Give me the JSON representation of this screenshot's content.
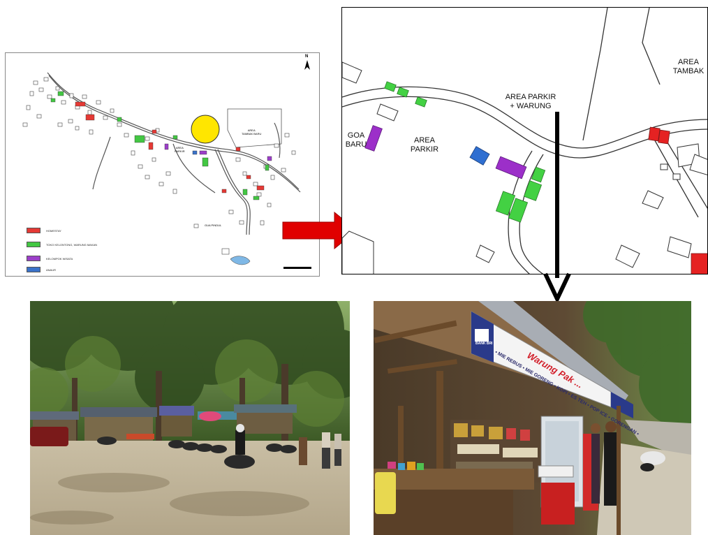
{
  "overview_map": {
    "legend": [
      {
        "label": "HOMESTAY",
        "color": "#e53935"
      },
      {
        "label": "TOKO KELONTONG, WARUNG MAKAN",
        "color": "#43c743"
      },
      {
        "label": "KELOMPOK WISATA",
        "color": "#9c3fc9"
      },
      {
        "label": "ANAUR",
        "color": "#3a72c9"
      }
    ],
    "labels": {
      "area_tambak": "AREA\nTAMBAK BARU",
      "area_parkir": "AREA\nPARKIR",
      "goa": "GUA PINDUL",
      "north": "N"
    },
    "highlight_color": "#ffe600"
  },
  "detail_map": {
    "labels": {
      "area_parkir_warung": "AREA PARKIR\n+ WARUNG",
      "area_tambak": "AREA\nTAMBAK",
      "goa_baru": "GOA\nBARU",
      "area_parkir": "AREA\nPARKIR"
    },
    "colors": {
      "green": "#43d143",
      "purple": "#9c2fc9",
      "blue": "#2f6fd1",
      "red": "#e52222"
    }
  },
  "arrows": {
    "red_arrow_color": "#e00000",
    "black_arrow_color": "#000000"
  },
  "photos": {
    "left": {
      "description_icon": "parking-area-photo"
    },
    "right": {
      "description_icon": "warung-shop-photo",
      "sign_brand": "BANK BRI",
      "sign_title": "Warung Pak ...",
      "sign_menu": "• MIE REBUS • MIE GORENG • KOPI • ES TEH • POP ICE • GORENGAN •"
    }
  }
}
